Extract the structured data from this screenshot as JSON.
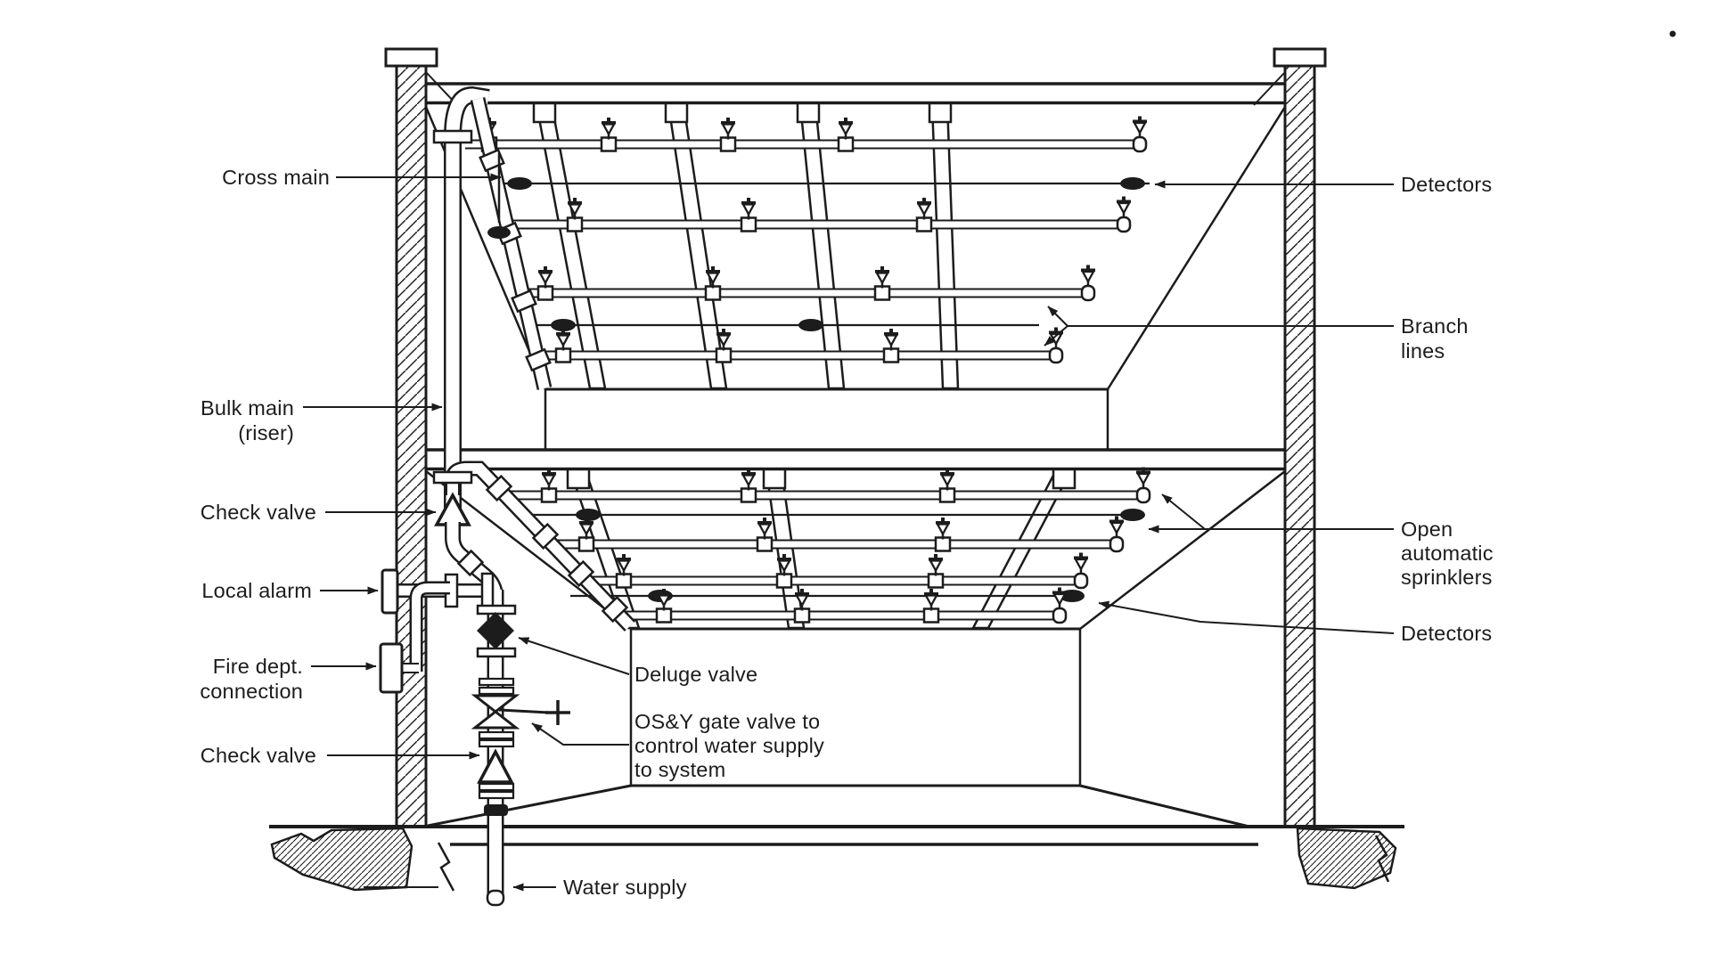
{
  "figure": {
    "type": "technical-line-diagram",
    "subject": "Deluge fire sprinkler system - building cross section"
  },
  "colors": {
    "ink": "#1c1c1c",
    "background": "#ffffff"
  },
  "labels": {
    "cross_main": "Cross main",
    "bulk_main_1": "Bulk main",
    "bulk_main_2": "(riser)",
    "check_valve_upper": "Check valve",
    "local_alarm": "Local alarm",
    "fire_dept_1": "Fire dept.",
    "fire_dept_2": "connection",
    "check_valve_lower": "Check valve",
    "water_supply": "Water supply",
    "deluge_valve": "Deluge valve",
    "osy_1": "OS&Y gate valve to",
    "osy_2": "control water supply",
    "osy_3": "to system",
    "detectors_top": "Detectors",
    "branch_lines_1": "Branch",
    "branch_lines_2": "lines",
    "open_sprinklers_1": "Open",
    "open_sprinklers_2": "automatic",
    "open_sprinklers_3": "sprinklers",
    "detectors_bottom": "Detectors"
  }
}
